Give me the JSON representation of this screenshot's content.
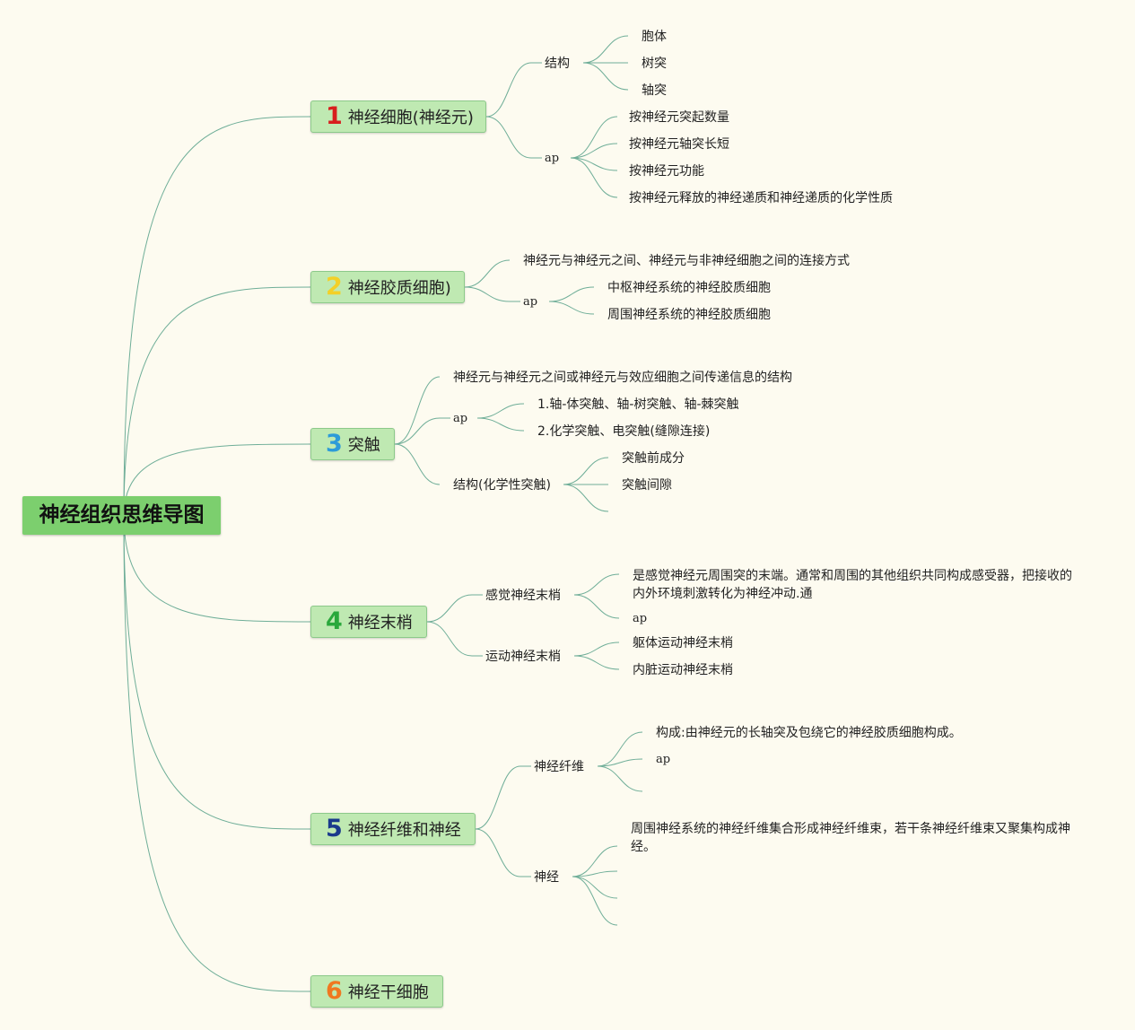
{
  "root": {
    "title": "神经组织思维导图"
  },
  "colors": {
    "line": "#6fae98",
    "root_bg": "#7ccf6e",
    "branch_bg": "#bfe9b2",
    "background": "#fdfbf0"
  },
  "branches": [
    {
      "num": "1",
      "num_color": "#d81e1e",
      "label": "神经细胞(神经元)",
      "children": [
        {
          "label": "结构",
          "children": [
            {
              "label": "胞体"
            },
            {
              "label": "树突"
            },
            {
              "label": "轴突"
            }
          ]
        },
        {
          "label": "ap",
          "children": [
            {
              "label": "按神经元突起数量"
            },
            {
              "label": "按神经元轴突长短"
            },
            {
              "label": "按神经元功能"
            },
            {
              "label": "按神经元释放的神经递质和神经递质的化学性质"
            }
          ]
        }
      ]
    },
    {
      "num": "2",
      "num_color": "#f3d027",
      "label": "神经胶质细胞)",
      "children": [
        {
          "label": "神经元与神经元之间、神经元与非神经细胞之间的连接方式"
        },
        {
          "label": "ap",
          "children": [
            {
              "label": "中枢神经系统的神经胶质细胞"
            },
            {
              "label": "周围神经系统的神经胶质细胞"
            }
          ]
        }
      ]
    },
    {
      "num": "3",
      "num_color": "#2d9bd8",
      "label": "突触",
      "children": [
        {
          "label": "神经元与神经元之间或神经元与效应细胞之间传递信息的结构"
        },
        {
          "label": "ap",
          "children": [
            {
              "label": "1.轴-体突触、轴-树突触、轴-棘突触"
            },
            {
              "label": "2.化学突触、电突触(缝隙连接)"
            }
          ]
        },
        {
          "label": "结构(化学性突触)",
          "children": [
            {
              "label": "突触前成分"
            },
            {
              "label": "突触间隙"
            },
            {
              "label": ""
            }
          ]
        }
      ]
    },
    {
      "num": "4",
      "num_color": "#2aa83c",
      "label": "神经末梢",
      "children": [
        {
          "label": "感觉神经末梢",
          "children": [
            {
              "label": "是感觉神经元周围突的末端。通常和周围的其他组织共同构成感受器，把接收的内外环境刺激转化为神经冲动.通"
            },
            {
              "label": "ap"
            }
          ]
        },
        {
          "label": "运动神经末梢",
          "children": [
            {
              "label": "躯体运动神经末梢"
            },
            {
              "label": "内脏运动神经末梢"
            }
          ]
        }
      ]
    },
    {
      "num": "5",
      "num_color": "#1a3a8c",
      "label": "神经纤维和神经",
      "children": [
        {
          "label": "神经纤维",
          "children": [
            {
              "label": "构成:由神经元的长轴突及包绕它的神经胶质细胞构成。"
            },
            {
              "label": "ap"
            },
            {
              "label": ""
            }
          ]
        },
        {
          "label": "神经",
          "children": [
            {
              "label": "周围神经系统的神经纤维集合形成神经纤维束，若干条神经纤维束又聚集构成神经。"
            },
            {
              "label": ""
            },
            {
              "label": ""
            },
            {
              "label": ""
            }
          ]
        }
      ]
    },
    {
      "num": "6",
      "num_color": "#f07820",
      "label": "神经干细胞",
      "children": []
    }
  ]
}
